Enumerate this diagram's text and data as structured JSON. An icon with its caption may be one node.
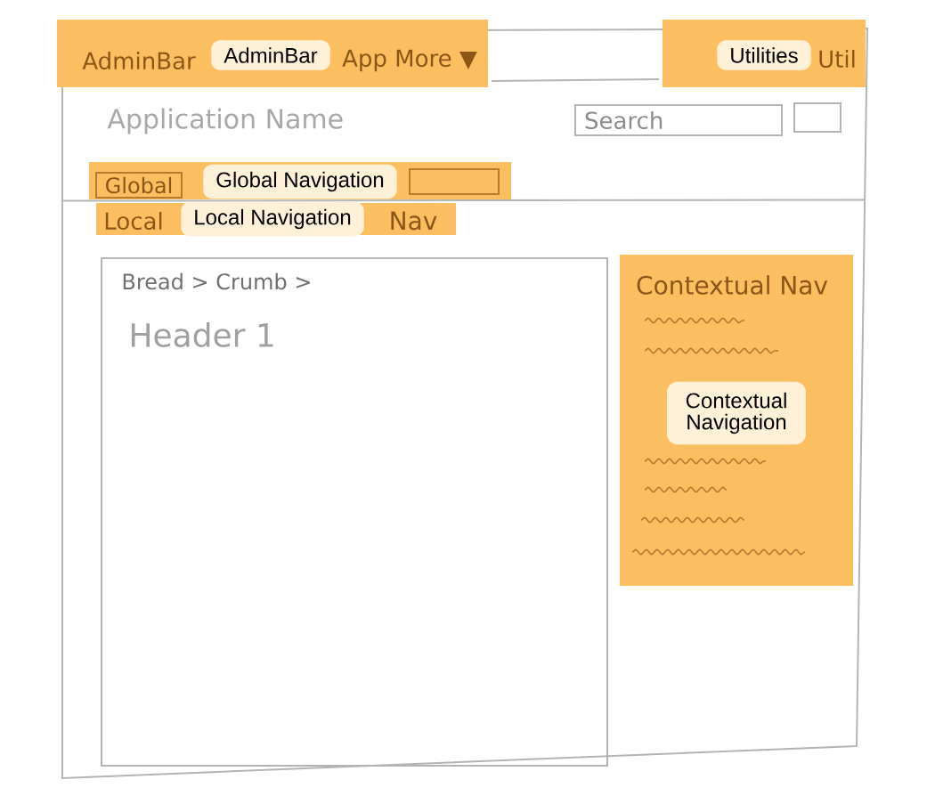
{
  "diagram": {
    "nodes": [
      {
        "text": [
          "AdminBar",
          "AdminBar",
          "App More ▼"
        ]
      },
      {
        "text": [
          "Utilities",
          "Util"
        ]
      },
      {
        "text": [
          "Search"
        ]
      },
      {
        "text": [],
        "shape": "box"
      },
      {
        "text": [
          "Global Navigation"
        ]
      },
      {
        "text": [
          "Global"
        ],
        "in": 4
      },
      {
        "text": [],
        "shape": "box",
        "in": 4
      },
      {
        "text": [
          "Local",
          "Local Navigation",
          "Nav"
        ]
      },
      {
        "text": [
          "Bread > Crumb >",
          "Header 1"
        ]
      },
      {
        "text": [
          "Contextual Nav",
          "Contextual Navigation"
        ]
      }
    ],
    "labels": [
      "Application Name"
    ]
  }
}
